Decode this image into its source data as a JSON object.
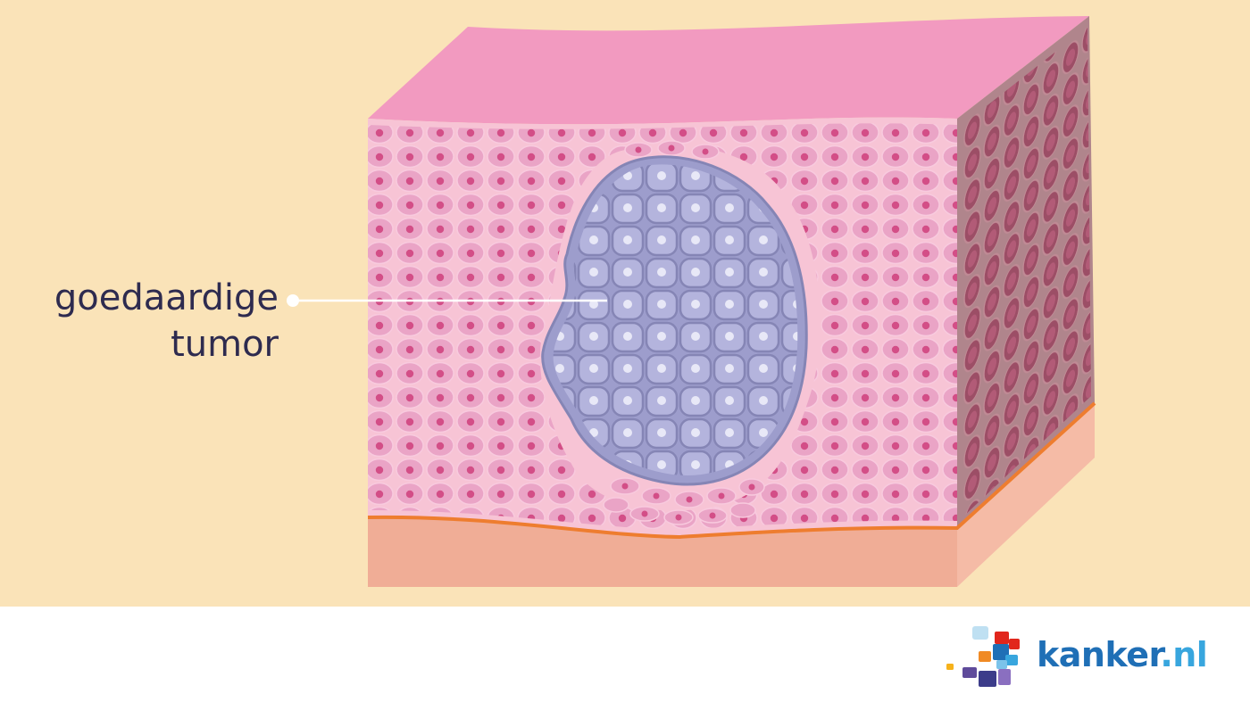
{
  "labels": {
    "tumor_line1": "goedaardige",
    "tumor_line2": "tumor"
  },
  "logo": {
    "word": "kanker",
    "tld": ".nl"
  },
  "colors": {
    "background": "#fae3b8",
    "skin_top": "#f29ac0",
    "tissue": "#f7bfd4",
    "cell": "#eaa4c6",
    "cell_nucleus": "#d34e87",
    "tumor": "#aeaed8",
    "tumor_outline": "#8585b5",
    "side_face": "#b0858c",
    "membrane": "#ee7d2f",
    "lower_layer": "#f0ad96",
    "label_text": "#2e2b4f",
    "logo_blue": "#1f6fb6",
    "logo_light_blue": "#38a6de"
  }
}
